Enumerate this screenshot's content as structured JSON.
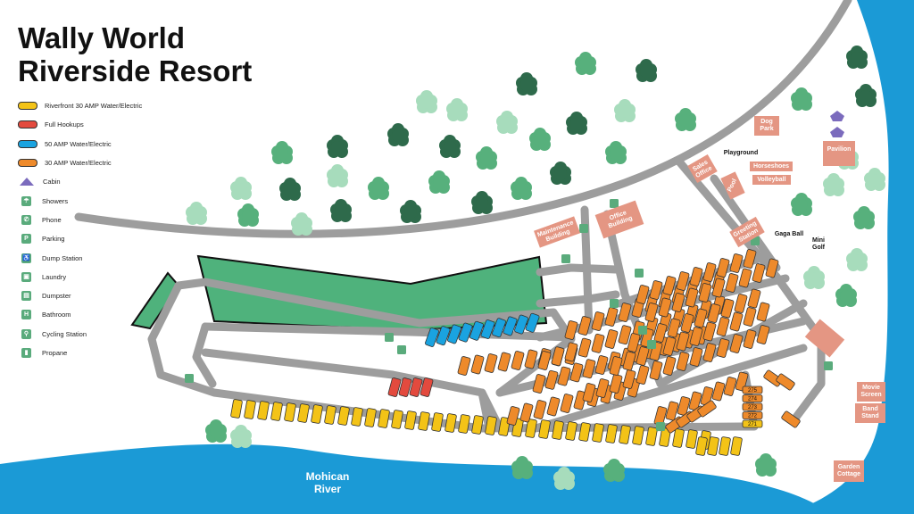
{
  "title": {
    "line1": "Wally World",
    "line2": "Riverside Resort"
  },
  "legend": [
    {
      "label": "Riverfront 30 AMP Water/Electric",
      "kind": "pill",
      "color": "#f3c317"
    },
    {
      "label": "Full Hookups",
      "kind": "pill",
      "color": "#e34a3e"
    },
    {
      "label": "50 AMP Water/Electric",
      "kind": "pill",
      "color": "#1aa3e0"
    },
    {
      "label": "30 AMP Water/Electric",
      "kind": "pill",
      "color": "#ee8a2b"
    },
    {
      "label": "Cabin",
      "kind": "cabin",
      "color": "#7b6bbd"
    },
    {
      "label": "Showers",
      "kind": "icon",
      "glyph": "☂"
    },
    {
      "label": "Phone",
      "kind": "icon",
      "glyph": "✆"
    },
    {
      "label": "Parking",
      "kind": "icon",
      "glyph": "P"
    },
    {
      "label": "Dump Station",
      "kind": "icon",
      "glyph": "♿"
    },
    {
      "label": "Laundry",
      "kind": "icon",
      "glyph": "▣"
    },
    {
      "label": "Dumpster",
      "kind": "icon",
      "glyph": "▤"
    },
    {
      "label": "Bathroom",
      "kind": "icon",
      "glyph": "H"
    },
    {
      "label": "Cycling Station",
      "kind": "icon",
      "glyph": "⚲"
    },
    {
      "label": "Propane",
      "kind": "icon",
      "glyph": "▮"
    }
  ],
  "buildings": {
    "maintenance": "Maintenance Building",
    "office": "Office Building",
    "sales": "Sales Office",
    "pool": "Pool",
    "greeting": "Greeting Station",
    "dog_park": "Dog Park",
    "pavilion": "Pavilion",
    "horseshoes": "Horseshoes",
    "volleyball": "Volleyball",
    "movie": "Movie Screen",
    "band": "Band Stand",
    "garden": "Garden Cottage"
  },
  "labels": {
    "playground": "Playground",
    "gaga": "Gaga Ball",
    "mini_golf": "Mini Golf",
    "river": "Mohican River"
  },
  "site_numbers": [
    "275",
    "274",
    "273",
    "272",
    "271"
  ],
  "colors": {
    "road": "#9d9d9d",
    "field": "#4fb27c",
    "river": "#1b9ad6",
    "tree_dark": "#2e6a4b",
    "tree_mid": "#57b07c",
    "tree_light": "#a7dcbc"
  }
}
